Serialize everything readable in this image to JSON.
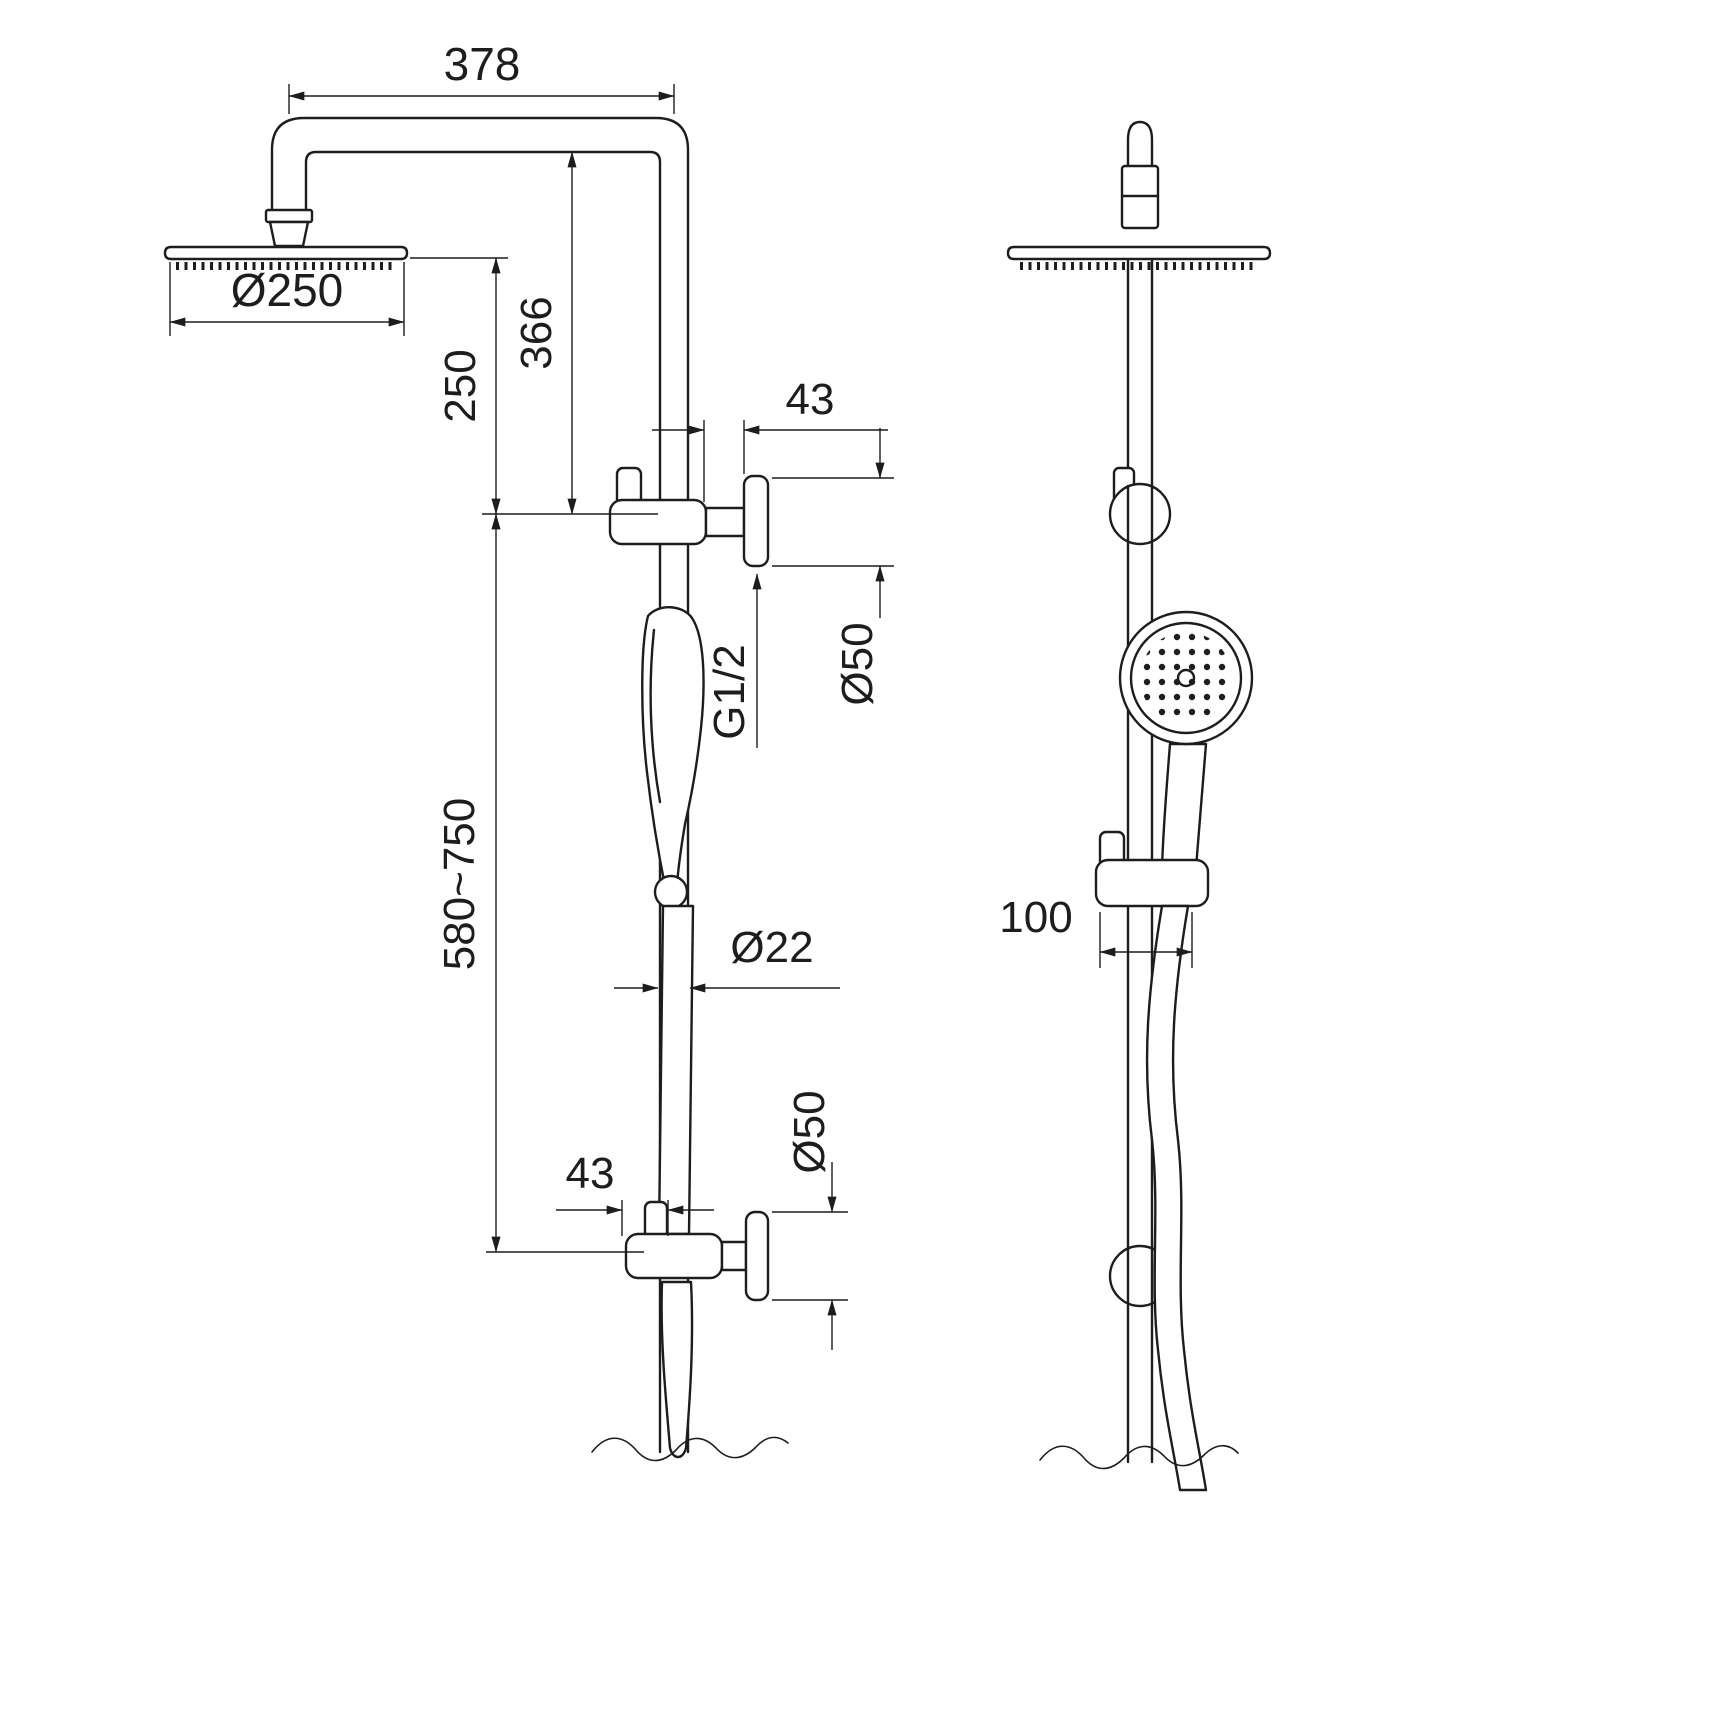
{
  "drawing": {
    "type": "technical-dimension-drawing",
    "subject": "shower-column-with-rain-head-and-hand-shower",
    "line_color": "#1d1d1b",
    "background_color": "#ffffff"
  },
  "dims": {
    "arm_width": "378",
    "rain_head_diameter": "Ø250",
    "arm_to_bracket": "366",
    "head_to_bracket": "250",
    "top_bracket_offset": "43",
    "top_flange_diameter": "Ø50",
    "thread_size": "G1/2",
    "rail_length_range": "580~750",
    "pipe_diameter": "Ø22",
    "bottom_bracket_offset": "43",
    "bottom_flange_diameter": "Ø50",
    "handshower_offset": "100"
  }
}
